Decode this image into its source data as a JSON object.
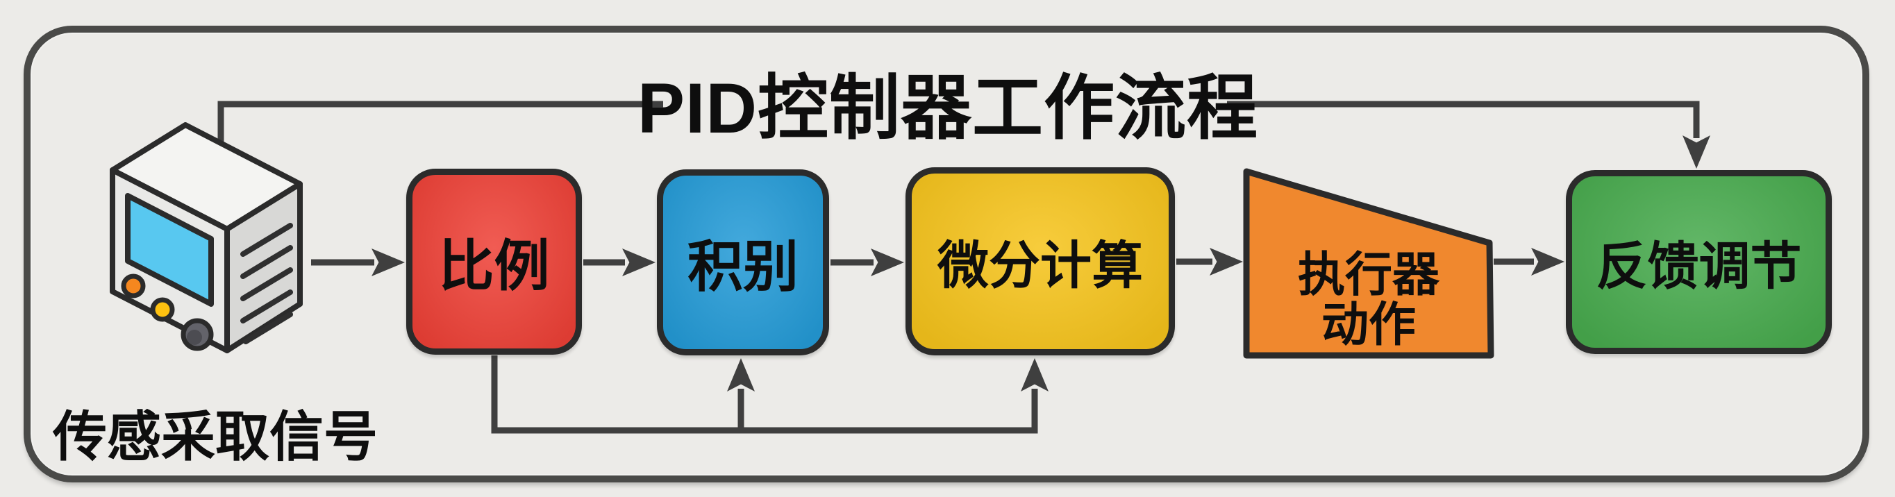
{
  "diagram_title": "PID控制器工作流程",
  "sensor": {
    "icon": "sensor-device-icon",
    "label": "传感采取信号"
  },
  "nodes": [
    {
      "id": "proportional",
      "label": "比例",
      "shape": "rounded-rect",
      "color": "#ee4137"
    },
    {
      "id": "integral",
      "label": "积别",
      "shape": "rounded-rect",
      "color": "#249bd7"
    },
    {
      "id": "derivative",
      "label": "微分计算",
      "shape": "rounded-rect",
      "color": "#f6c41c"
    },
    {
      "id": "actuator",
      "label_line1": "执行器",
      "label_line2": "动作",
      "shape": "trapezoid",
      "color": "#f0882e"
    },
    {
      "id": "feedback",
      "label": "反馈调节",
      "shape": "rounded-rect",
      "color": "#48ab4e"
    }
  ],
  "edges": [
    {
      "from": "sensor",
      "to": "proportional",
      "type": "flow"
    },
    {
      "from": "proportional",
      "to": "integral",
      "type": "flow"
    },
    {
      "from": "integral",
      "to": "derivative",
      "type": "flow"
    },
    {
      "from": "derivative",
      "to": "actuator",
      "type": "flow"
    },
    {
      "from": "actuator",
      "to": "feedback",
      "type": "flow"
    },
    {
      "from": "sensor",
      "to": "feedback",
      "type": "top-loop",
      "arrow_into": "feedback"
    },
    {
      "from": "proportional",
      "to": "integral",
      "type": "bottom-loop",
      "arrow_into": "integral"
    },
    {
      "from": "proportional",
      "to": "derivative",
      "type": "bottom-loop",
      "arrow_into": "derivative"
    }
  ],
  "colors": {
    "background": "#ecebe8",
    "frame": "#4a4a48",
    "connector": "#3f3f3f",
    "node_border": "#2b2b2b",
    "text": "#0e0e0e",
    "sensor_screen": "#58c8f0",
    "sensor_button_orange": "#f5871f",
    "sensor_button_yellow": "#fec110",
    "sensor_knob": "#63636a"
  }
}
